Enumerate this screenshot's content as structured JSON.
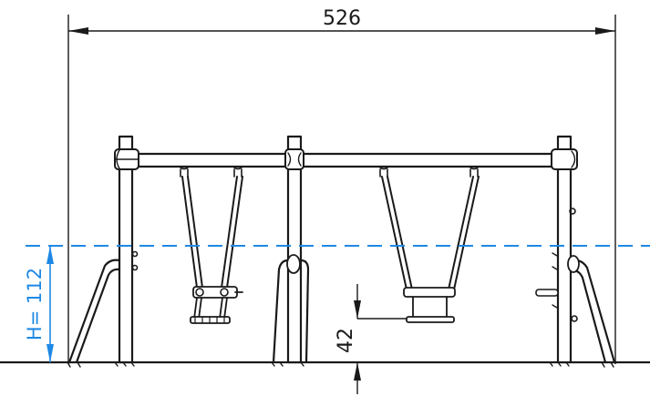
{
  "dimensions": {
    "overall_width": "526",
    "seat_clearance": "42",
    "height_label": "H= 112"
  },
  "colors": {
    "line": "#1a1a1a",
    "accent": "#1e88e5",
    "background": "#ffffff"
  }
}
